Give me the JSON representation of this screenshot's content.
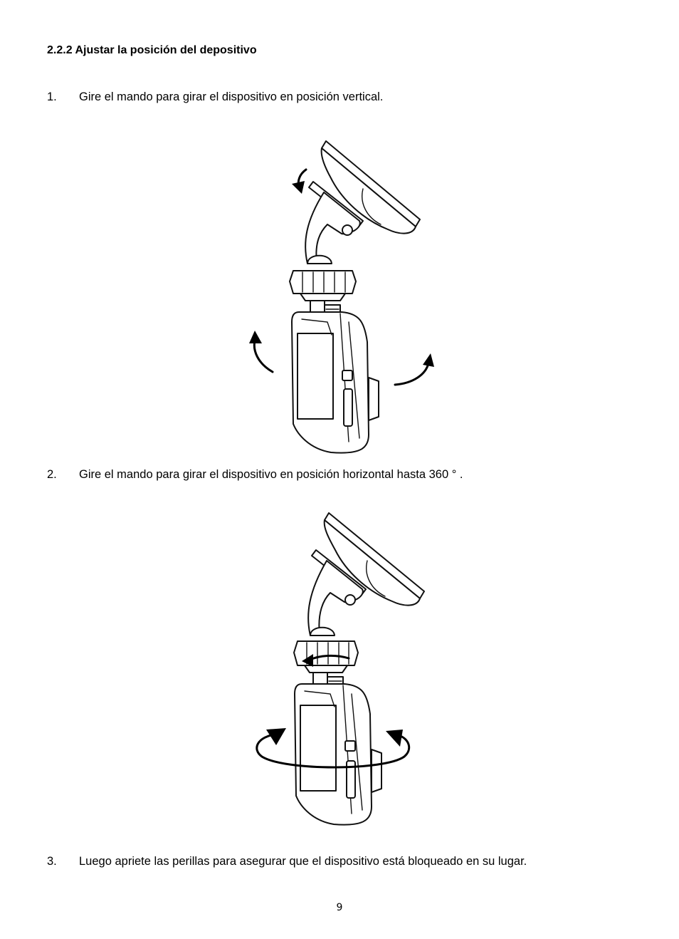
{
  "section": {
    "heading": "2.2.2  Ajustar la posición del  depositivo"
  },
  "steps": [
    {
      "num": "1.",
      "text": "Gire el mando para girar el dispositivo en posición vertical."
    },
    {
      "num": "2.",
      "text": "Gire el mando para girar el dispositivo en posición horizontal hasta 360 ° ."
    },
    {
      "num": "3.",
      "text": "Luego apriete las perillas para asegurar que el dispositivo está bloqueado en su lugar."
    }
  ],
  "page": {
    "number": "9"
  }
}
